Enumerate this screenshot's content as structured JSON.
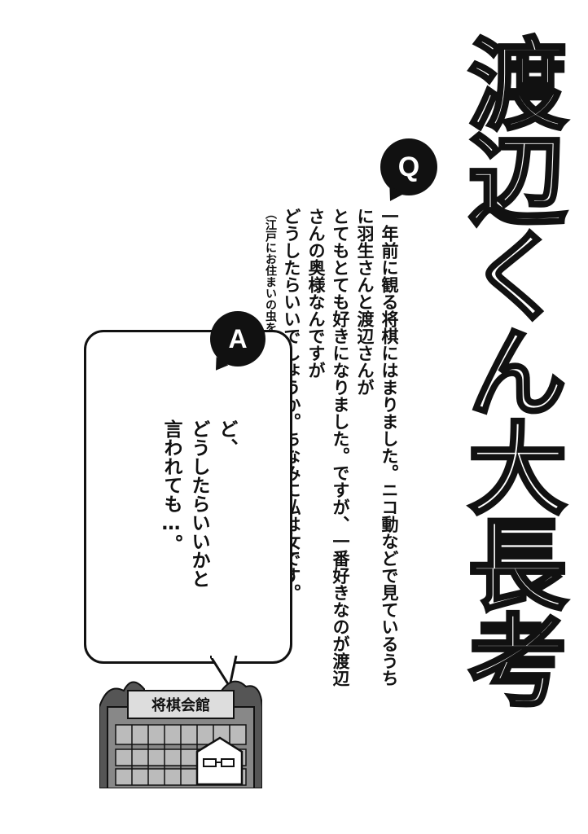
{
  "title": "渡辺くん大長考",
  "question": {
    "badge": "Q",
    "paragraphs": [
      "一年前に観る将棋にはまりました。ニコ動などで見ているうちに羽生さんと渡辺さんが",
      "とてもとても好きになりました。ですが、一番好きなのが渡辺さんの奥様なんですが",
      "どうしたらいいでしょうか。ちなみに私は女です。"
    ],
    "note": "（江戸にお住まいの虫を食べるのが好きな、かるらさんから）"
  },
  "answer": {
    "badge": "A",
    "lines": [
      "ど、",
      "どうしたらいいかと",
      "言われても…。"
    ]
  },
  "illustration": {
    "sign": "将棋会館"
  }
}
